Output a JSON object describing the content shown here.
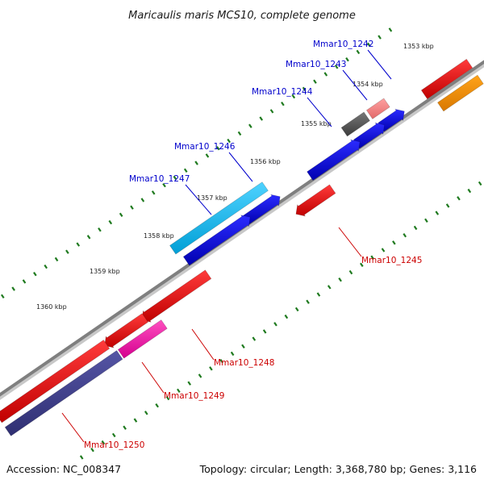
{
  "title": "Maricaulis maris MCS10, complete genome",
  "accession": "Accession: NC_008347",
  "topology": "Topology: circular; Length: 3,368,780 bp; Genes: 3,116",
  "colors": {
    "backbone": "#7f7f7f",
    "tick": "#1f7a1f",
    "label_forward": "#0000cc",
    "label_reverse": "#cc0000",
    "leader_forward": "#0000cc",
    "leader_reverse": "#cc0000"
  },
  "ticks": [
    "1353 kbp",
    "1354 kbp",
    "1355 kbp",
    "1356 kbp",
    "1357 kbp",
    "1358 kbp",
    "1359 kbp",
    "1360 kbp"
  ],
  "gene_labels": [
    {
      "name": "Mmar10_1242",
      "strand": "forward"
    },
    {
      "name": "Mmar10_1243",
      "strand": "forward"
    },
    {
      "name": "Mmar10_1244",
      "strand": "forward"
    },
    {
      "name": "Mmar10_1246",
      "strand": "forward"
    },
    {
      "name": "Mmar10_1247",
      "strand": "forward"
    },
    {
      "name": "Mmar10_1245",
      "strand": "reverse"
    },
    {
      "name": "Mmar10_1248",
      "strand": "reverse"
    },
    {
      "name": "Mmar10_1249",
      "strand": "reverse"
    },
    {
      "name": "Mmar10_1250",
      "strand": "reverse"
    }
  ]
}
